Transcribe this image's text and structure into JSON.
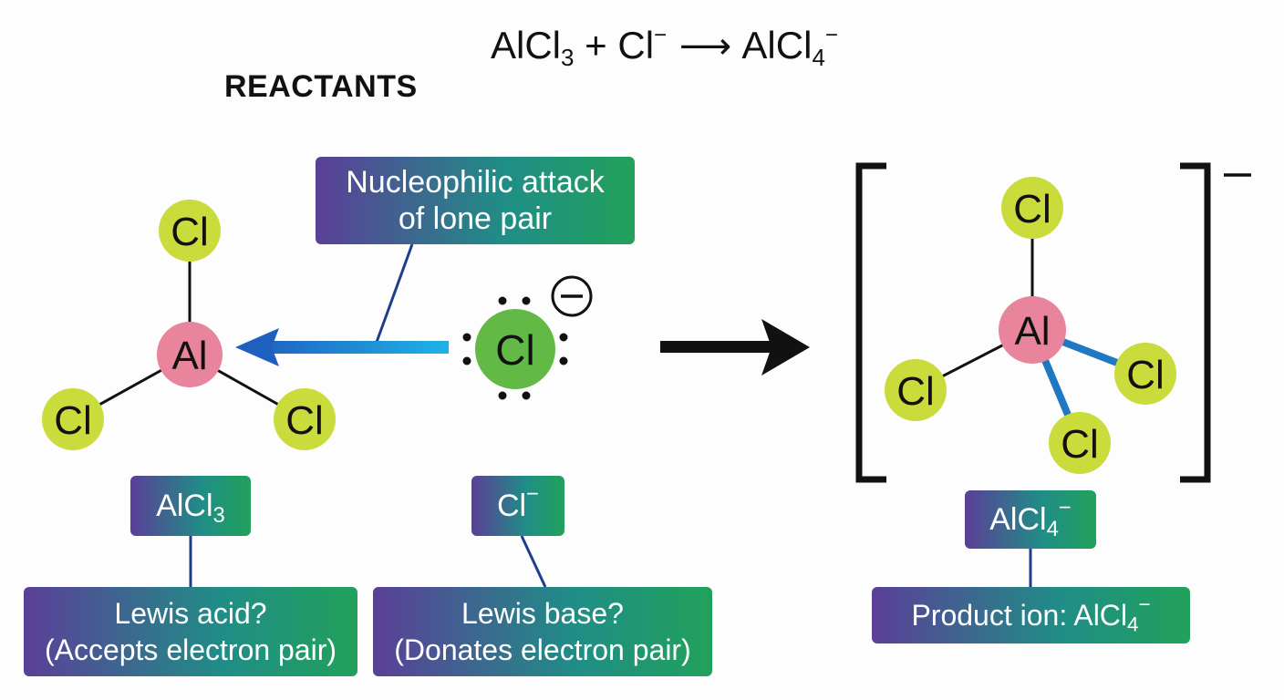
{
  "equation": {
    "reactant1_base": "AlCl",
    "reactant1_sub": "3",
    "plus": "+",
    "reactant2_base": "Cl",
    "reactant2_sup": "−",
    "arrow": "⟶",
    "product_base": "AlCl",
    "product_sub": "4",
    "product_sup": "−"
  },
  "heading": "REACTANTS",
  "callout": {
    "line1": "Nucleophilic attack",
    "line2": "of lone pair"
  },
  "reactant_molecule": {
    "center": "Al",
    "ligand_top": "Cl",
    "ligand_left": "Cl",
    "ligand_right": "Cl"
  },
  "nucleophile": {
    "atom": "Cl",
    "charge": "−"
  },
  "product_molecule": {
    "center": "Al",
    "ligand_top": "Cl",
    "ligand_left": "Cl",
    "ligand_right": "Cl",
    "ligand_bottom": "Cl",
    "charge": "−"
  },
  "labels": {
    "alcl3": {
      "base": "AlCl",
      "sub": "3"
    },
    "cl_minus": {
      "base": "Cl",
      "sup": "−"
    },
    "alcl4": {
      "base": "AlCl",
      "sub": "4",
      "sup": "−"
    },
    "lewis_acid": {
      "line1": "Lewis acid?",
      "line2": "(Accepts electron pair)"
    },
    "lewis_base": {
      "line1": "Lewis base?",
      "line2": "(Donates electron pair)"
    },
    "product_ion": {
      "prefix": "Product ion: AlCl",
      "sub": "4",
      "sup": "−"
    }
  },
  "colors": {
    "aluminum": "#e8849c",
    "chlorine_ligand": "#c9dc3c",
    "chlorine_nucleophile": "#62b946",
    "attack_arrow": "#1a9ad8",
    "new_bond": "#1f78c0",
    "connector": "#1e3f8c",
    "box_gradient_start": "#5b3f98",
    "box_gradient_end": "#22a15a"
  }
}
